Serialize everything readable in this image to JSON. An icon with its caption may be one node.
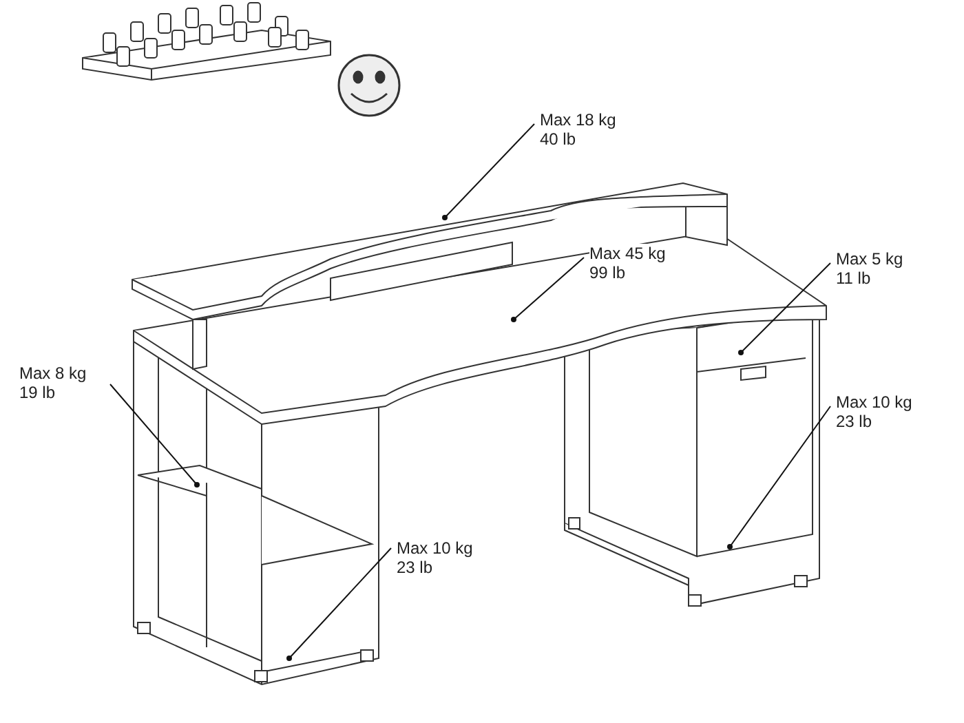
{
  "diagram": {
    "nodes": [
      {
        "text": [
          "Max 18 kg",
          "40 lb"
        ]
      },
      {
        "text": [
          "Max 45 kg",
          "99 lb"
        ]
      },
      {
        "text": [
          "Max 5 kg",
          "11 lb"
        ]
      },
      {
        "text": [
          "Max 8 kg",
          "19 lb"
        ]
      },
      {
        "text": [
          "Max 10 kg",
          "23 lb"
        ]
      },
      {
        "text": [
          "Max 10 kg",
          "23 lb"
        ]
      }
    ],
    "edges": [
      {
        "from": 0,
        "to": null,
        "arrow": "other"
      },
      {
        "from": 1,
        "to": null,
        "arrow": "other"
      },
      {
        "from": 2,
        "to": null,
        "arrow": "other"
      },
      {
        "from": 3,
        "to": null,
        "arrow": "other"
      },
      {
        "from": 4,
        "to": null,
        "arrow": "other"
      },
      {
        "from": 5,
        "to": null,
        "arrow": "other"
      }
    ]
  }
}
